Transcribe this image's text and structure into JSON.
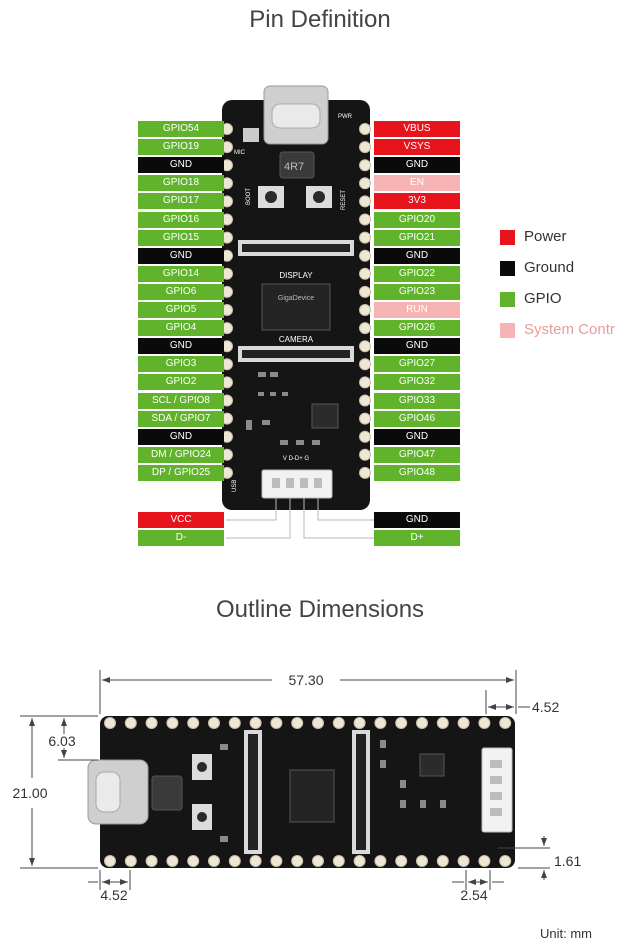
{
  "pin_definition": {
    "title": "Pin Definition",
    "left_pins": [
      {
        "label": "GPIO54",
        "type": "gpio"
      },
      {
        "label": "GPIO19",
        "type": "gpio"
      },
      {
        "label": "GND",
        "type": "ground"
      },
      {
        "label": "GPIO18",
        "type": "gpio"
      },
      {
        "label": "GPIO17",
        "type": "gpio"
      },
      {
        "label": "GPIO16",
        "type": "gpio"
      },
      {
        "label": "GPIO15",
        "type": "gpio"
      },
      {
        "label": "GND",
        "type": "ground"
      },
      {
        "label": "GPIO14",
        "type": "gpio"
      },
      {
        "label": "GPIO6",
        "type": "gpio"
      },
      {
        "label": "GPIO5",
        "type": "gpio"
      },
      {
        "label": "GPIO4",
        "type": "gpio"
      },
      {
        "label": "GND",
        "type": "ground"
      },
      {
        "label": "GPIO3",
        "type": "gpio"
      },
      {
        "label": "GPIO2",
        "type": "gpio"
      },
      {
        "label": "SCL / GPIO8",
        "type": "gpio"
      },
      {
        "label": "SDA / GPIO7",
        "type": "gpio"
      },
      {
        "label": "GND",
        "type": "ground"
      },
      {
        "label": "DM / GPIO24",
        "type": "gpio"
      },
      {
        "label": "DP / GPIO25",
        "type": "gpio"
      }
    ],
    "right_pins": [
      {
        "label": "VBUS",
        "type": "power"
      },
      {
        "label": "VSYS",
        "type": "power"
      },
      {
        "label": "GND",
        "type": "ground"
      },
      {
        "label": "EN",
        "type": "system"
      },
      {
        "label": "3V3",
        "type": "power"
      },
      {
        "label": "GPIO20",
        "type": "gpio"
      },
      {
        "label": "GPIO21",
        "type": "gpio"
      },
      {
        "label": "GND",
        "type": "ground"
      },
      {
        "label": "GPIO22",
        "type": "gpio"
      },
      {
        "label": "GPIO23",
        "type": "gpio"
      },
      {
        "label": "RUN",
        "type": "system"
      },
      {
        "label": "GPIO26",
        "type": "gpio"
      },
      {
        "label": "GND",
        "type": "ground"
      },
      {
        "label": "GPIO27",
        "type": "gpio"
      },
      {
        "label": "GPIO32",
        "type": "gpio"
      },
      {
        "label": "GPIO33",
        "type": "gpio"
      },
      {
        "label": "GPIO46",
        "type": "gpio"
      },
      {
        "label": "GND",
        "type": "ground"
      },
      {
        "label": "GPIO47",
        "type": "gpio"
      },
      {
        "label": "GPIO48",
        "type": "gpio"
      }
    ],
    "connector_left": [
      {
        "label": "VCC",
        "type": "power"
      },
      {
        "label": "D-",
        "type": "gpio"
      }
    ],
    "connector_right": [
      {
        "label": "GND",
        "type": "ground"
      },
      {
        "label": "D+",
        "type": "gpio"
      }
    ],
    "legend": [
      {
        "label": "Power",
        "type": "power"
      },
      {
        "label": "Ground",
        "type": "ground"
      },
      {
        "label": "GPIO",
        "type": "gpio"
      },
      {
        "label": "System Contr",
        "type": "system"
      }
    ],
    "colors": {
      "power": "#e8141b",
      "ground": "#0a0a0a",
      "gpio": "#61b32c",
      "system": "#f6b3b3",
      "system_text": "#e98888",
      "legend_system_text": "#eb9a9a"
    },
    "board_labels": {
      "display": "DISPLAY",
      "camera": "CAMERA",
      "usb": "USB",
      "connector": "V D-D+ G",
      "mic": "MIC",
      "boot": "BOOT",
      "reset": "RESET",
      "inductor": "4R7",
      "chip": "GigaDevice",
      "pwr": "PWR"
    }
  },
  "outline_dimensions": {
    "title": "Outline Dimensions",
    "length": "57.30",
    "width": "21.00",
    "usb_offset": "6.03",
    "edge_offset_top": "4.52",
    "edge_offset_bottom": "4.52",
    "pin_pitch": "2.54",
    "pad_offset": "1.61",
    "unit": "Unit: mm"
  }
}
